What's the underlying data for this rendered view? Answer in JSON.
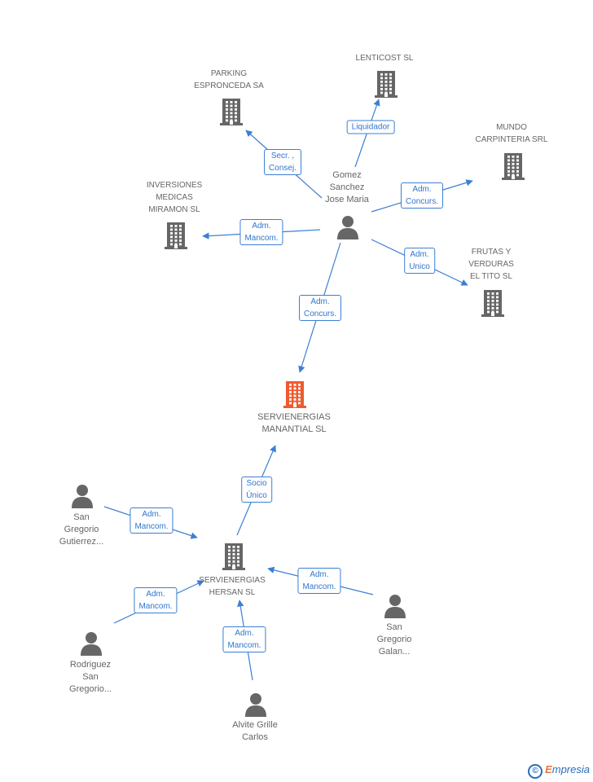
{
  "colors": {
    "edge": "#3b7fd4",
    "icon": "#666666",
    "focus": "#ef5a2e"
  },
  "nodes": {
    "parking": {
      "label": "PARKING\nESPRONCEDA SA",
      "icon": "building-icon"
    },
    "lenticost": {
      "label": "LENTICOST SL",
      "icon": "building-icon"
    },
    "mundo": {
      "label": "MUNDO\nCARPINTERIA SRL",
      "icon": "building-icon"
    },
    "inversiones": {
      "label": "INVERSIONES\nMEDICAS\nMIRAMON SL",
      "icon": "building-icon"
    },
    "frutas": {
      "label": "FRUTAS Y\nVERDURAS\nEL TITO SL",
      "icon": "building-icon"
    },
    "gomez": {
      "label": "Gomez\nSanchez\nJose Maria",
      "icon": "person-icon"
    },
    "servienergias_manantial": {
      "label": "SERVIENERGIAS\nMANANTIAL SL",
      "icon": "building-icon"
    },
    "servienergias_hersan": {
      "label": "SERVIENERGIAS\nHERSAN SL",
      "icon": "building-icon"
    },
    "sg_gutierrez": {
      "label": "San\nGregorio\nGutierrez...",
      "icon": "person-icon"
    },
    "sg_galan": {
      "label": "San\nGregorio\nGalan...",
      "icon": "person-icon"
    },
    "rodriguez": {
      "label": "Rodriguez\nSan\nGregorio...",
      "icon": "person-icon"
    },
    "alvite": {
      "label": "Alvite Grille\nCarlos",
      "icon": "person-icon"
    }
  },
  "edges": {
    "secr_consej": "Secr. ,\nConsej.",
    "liquidador": "Liquidador",
    "adm_concurs_mundo": "Adm.\nConcurs.",
    "adm_mancom_inversiones": "Adm.\nMancom.",
    "adm_unico_frutas": "Adm.\nUnico",
    "adm_concurs_manantial": "Adm.\nConcurs.",
    "socio_unico": "Socio\nÚnico",
    "adm_mancom_gutierrez": "Adm.\nMancom.",
    "adm_mancom_galan": "Adm.\nMancom.",
    "adm_mancom_rodriguez": "Adm.\nMancom.",
    "adm_mancom_alvite": "Adm.\nMancom."
  },
  "footer": {
    "copyright_symbol": "©",
    "brand_initial": "E",
    "brand_rest": "mpresia"
  }
}
